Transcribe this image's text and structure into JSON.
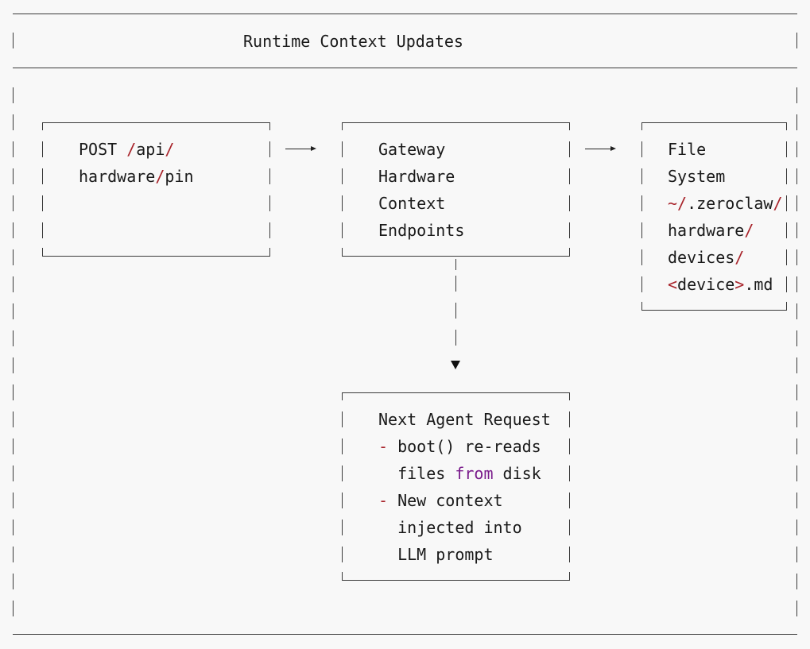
{
  "title": "Runtime Context Updates",
  "boxes": {
    "post": {
      "lines": [
        [
          {
            "t": "POST "
          },
          {
            "t": "/",
            "c": "red"
          },
          {
            "t": "api"
          },
          {
            "t": "/",
            "c": "red"
          }
        ],
        [
          {
            "t": "hardware"
          },
          {
            "t": "/",
            "c": "red"
          },
          {
            "t": "pin"
          }
        ]
      ]
    },
    "gateway": {
      "lines": [
        [
          {
            "t": "Gateway"
          }
        ],
        [
          {
            "t": "Hardware"
          }
        ],
        [
          {
            "t": "Context"
          }
        ],
        [
          {
            "t": "Endpoints"
          }
        ]
      ]
    },
    "filesystem": {
      "lines": [
        [
          {
            "t": "File"
          }
        ],
        [
          {
            "t": "System"
          }
        ],
        [
          {
            "t": "~/",
            "c": "red"
          },
          {
            "t": ".zeroclaw"
          },
          {
            "t": "/",
            "c": "red"
          }
        ],
        [
          {
            "t": "hardware"
          },
          {
            "t": "/",
            "c": "red"
          }
        ],
        [
          {
            "t": "devices"
          },
          {
            "t": "/",
            "c": "red"
          }
        ],
        [
          {
            "t": "<",
            "c": "red"
          },
          {
            "t": "device"
          },
          {
            "t": ">",
            "c": "red"
          },
          {
            "t": ".md"
          }
        ]
      ]
    },
    "next_agent": {
      "lines": [
        [
          {
            "t": "Next Agent Request"
          }
        ],
        [
          {
            "t": "- ",
            "c": "red"
          },
          {
            "t": "boot() re-reads"
          }
        ],
        [
          {
            "t": "  files "
          },
          {
            "t": "from",
            "c": "purple"
          },
          {
            "t": " disk"
          }
        ],
        [
          {
            "t": "- ",
            "c": "red"
          },
          {
            "t": "New context"
          }
        ],
        [
          {
            "t": "  injected into"
          }
        ],
        [
          {
            "t": "  LLM prompt"
          }
        ]
      ]
    }
  },
  "colors": {
    "red": "#a8232a",
    "purple": "#7a1c8c",
    "line": "#3a3a3a",
    "background": "#f8f8f8"
  }
}
